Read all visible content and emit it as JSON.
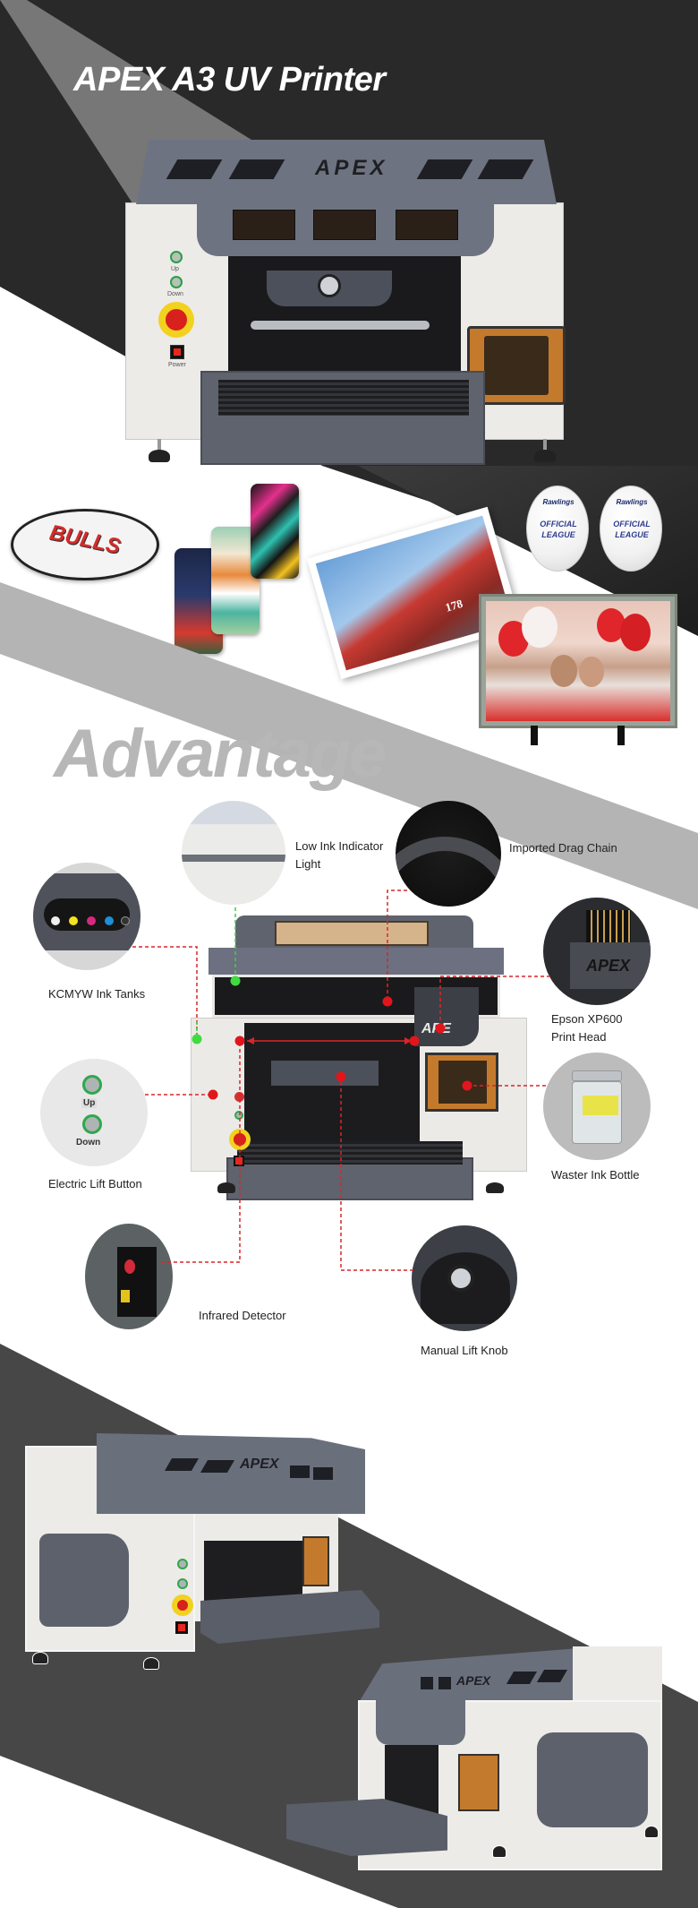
{
  "hero": {
    "title": "APEX A3 UV Printer",
    "printer": {
      "brand_logo": "APEX",
      "controls": {
        "up_label": "Up",
        "down_label": "Down",
        "emergency_label": "EMERGENCY",
        "power_label": "Power"
      }
    }
  },
  "products": {
    "plaque_text": "BULLS",
    "photo_number": "178",
    "baseball_text_1": "OFFICIAL",
    "baseball_text_2": "LEAGUE",
    "baseball_brand": "Rawlings"
  },
  "advantage": {
    "title": "Advantage",
    "features": [
      {
        "label_line1": "Low Ink Indicator",
        "label_line2": "Light"
      },
      {
        "label_line1": "Imported Drag Chain",
        "label_line2": ""
      },
      {
        "label_line1": "KCMYW Ink Tanks",
        "label_line2": ""
      },
      {
        "label_line1": "Epson XP600",
        "label_line2": "Print Head"
      },
      {
        "label_line1": "Electric Lift Button",
        "label_line2": ""
      },
      {
        "label_line1": "Waster Ink Bottle",
        "label_line2": ""
      },
      {
        "label_line1": "Infrared Detector",
        "label_line2": ""
      },
      {
        "label_line1": "Manual Lift Knob",
        "label_line2": ""
      }
    ],
    "ink_tank_letters": [
      "W",
      "Y",
      "M",
      "C",
      "K"
    ],
    "lift_button_up": "Up",
    "lift_button_down": "Down",
    "printhead_logo": "APEX",
    "printer_logo_partial": "APE"
  },
  "bottom": {
    "printer_left_logo": "APEX",
    "printer_right_logo": "APEX"
  },
  "colors": {
    "dark_bg": "#292929",
    "bottom_dark": "#474747",
    "band_gray": "#b4b4b4",
    "printer_gray": "#6e7381",
    "printer_white": "#ecebe8",
    "callout_red": "#d8262a",
    "callout_green": "#47c94a",
    "title_white": "#ffffff",
    "advantage_gray": "#b7b7b7"
  }
}
